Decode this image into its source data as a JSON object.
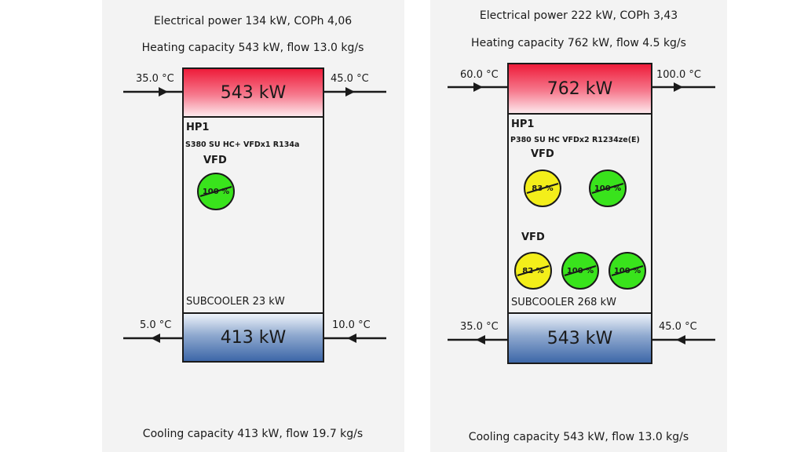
{
  "units": [
    {
      "electrical": "Electrical power 134 kW, COPh 4,06",
      "heating": "Heating capacity 543 kW, flow 13.0 kg/s",
      "cooling": "Cooling capacity 413 kW, flow 19.7 kg/s",
      "condenser_kw": "543 kW",
      "evaporator_kw": "413 kW",
      "hot_in": "35.0 °C",
      "hot_out": "45.0 °C",
      "cold_out": "5.0 °C",
      "cold_in": "10.0 °C",
      "hp_name": "HP1",
      "hp_model": "S380 SU HC+ VFDx1 R134a",
      "vfd_label": "VFD",
      "subcooler": "SUBCOOLER 23 kW",
      "fans": [
        {
          "pct": "100 %",
          "color": "#39e31c"
        }
      ]
    },
    {
      "electrical": "Electrical power 222 kW, COPh 3,43",
      "heating": "Heating capacity 762 kW, flow 4.5 kg/s",
      "cooling": "Cooling capacity 543 kW, flow 13.0 kg/s",
      "condenser_kw": "762 kW",
      "evaporator_kw": "543 kW",
      "hot_in": "60.0 °C",
      "hot_out": "100.0 °C",
      "cold_out": "35.0 °C",
      "cold_in": "45.0 °C",
      "hp_name": "HP1",
      "hp_model": "P380 SU HC VFDx2 R1234ze(E)",
      "vfd_label_1": "VFD",
      "vfd_label_2": "VFD",
      "subcooler": "SUBCOOLER 268 kW",
      "fans": [
        {
          "pct": "83 %",
          "color": "#f3ee1a"
        },
        {
          "pct": "100 %",
          "color": "#39e31c"
        },
        {
          "pct": "82 %",
          "color": "#f3ee1a"
        },
        {
          "pct": "100 %",
          "color": "#39e31c"
        },
        {
          "pct": "100 %",
          "color": "#39e31c"
        }
      ]
    }
  ]
}
